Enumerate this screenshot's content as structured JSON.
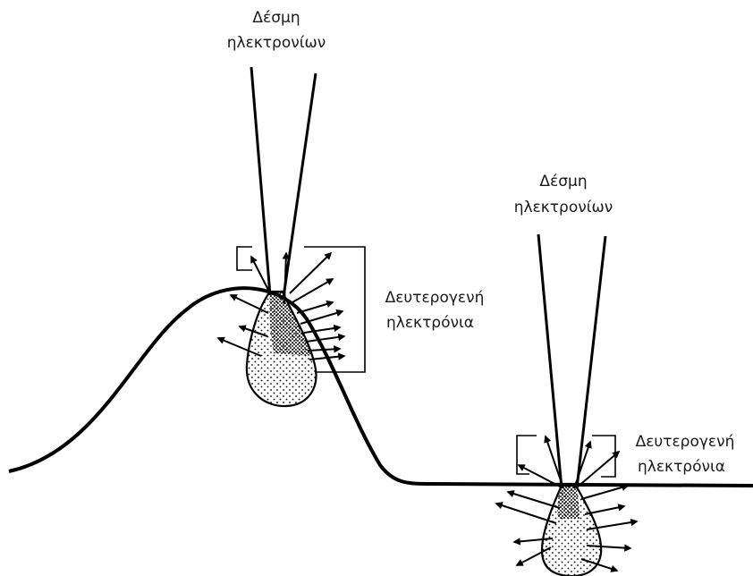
{
  "beam_left": {
    "line1": "Δέσμη",
    "line2": "ηλεκτρονίων"
  },
  "beam_right": {
    "line1": "Δέσμη",
    "line2": "ηλεκτρονίων"
  },
  "secondary_left": {
    "line1": "Δευτερογενή",
    "line2": "ηλεκτρόνια"
  },
  "secondary_right": {
    "line1": "Δευτερογενή",
    "line2": "ηλεκτρόνια"
  },
  "colors": {
    "ink": "#000000",
    "background": "#ffffff"
  }
}
